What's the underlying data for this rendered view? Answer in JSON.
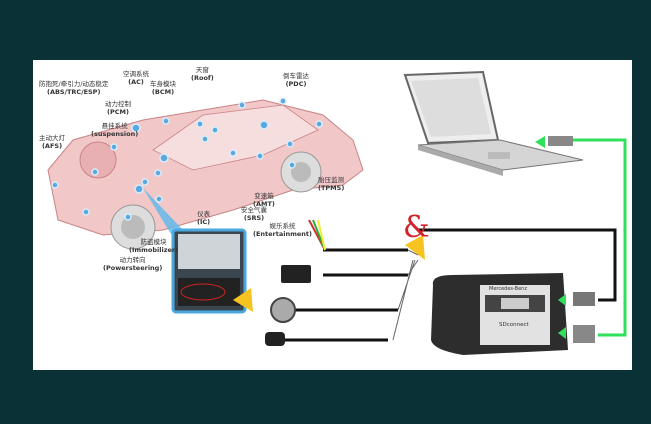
{
  "labels": {
    "abs": {
      "cn": "防抱死/牵引力/动态稳定",
      "en": "(ABS/TRC/ESP)"
    },
    "ac": {
      "cn": "空调系统",
      "en": "(AC)"
    },
    "bcm": {
      "cn": "车身模块",
      "en": "(BCM)"
    },
    "roof": {
      "cn": "天窗",
      "en": "(Roof)"
    },
    "pdc": {
      "cn": "倒车雷达",
      "en": "(PDC)"
    },
    "pcm": {
      "cn": "动力控制",
      "en": "(PCM)"
    },
    "suspension": {
      "cn": "悬挂系统",
      "en": "(suspension)"
    },
    "afs": {
      "cn": "主动大灯",
      "en": "(AFS)"
    },
    "tpms": {
      "cn": "胎压监测",
      "en": "(TPMS)"
    },
    "amt": {
      "cn": "变速箱",
      "en": "(AMT)"
    },
    "srs": {
      "cn": "安全气囊",
      "en": "(SRS)"
    },
    "ic": {
      "cn": "仪表",
      "en": "(IC)"
    },
    "entertainment": {
      "cn": "娱乐系统",
      "en": "(Entertainment)"
    },
    "immobilizer": {
      "cn": "防盗模块",
      "en": "(Immobilizer)"
    },
    "powersteering": {
      "cn": "动力转向",
      "en": "(Powersteering)"
    }
  },
  "ampersand": "&",
  "device": {
    "brand": "Mercedes-Benz",
    "model": "SDconnect"
  },
  "colors": {
    "background": "#0a3236",
    "cable_green": "#2ee05a",
    "car_body": "#e8a8aa",
    "node": "#5aa8e0",
    "ampersand": "#d4202a"
  }
}
